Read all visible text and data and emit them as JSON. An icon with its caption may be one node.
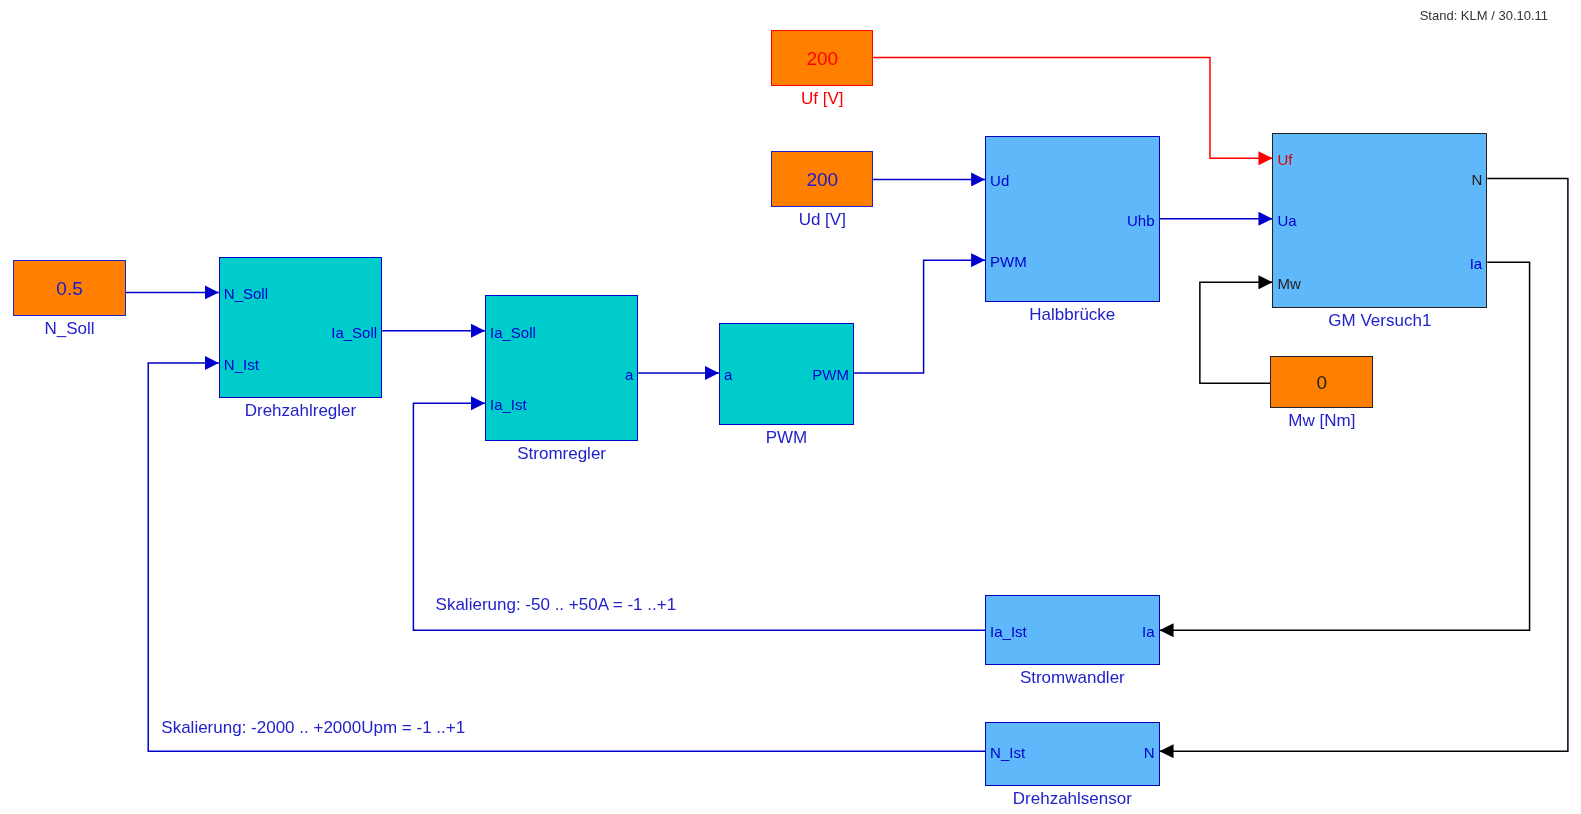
{
  "diagram": {
    "nodes": [
      {
        "text": [
          "0.5"
        ],
        "beside": [
          "N_Soll"
        ]
      },
      {
        "text": [
          "N_Soll",
          "N_Ist",
          "Ia_Soll"
        ],
        "beside": [
          "Drehzahlregler"
        ]
      },
      {
        "text": [
          "Ia_Soll",
          "Ia_Ist",
          "a"
        ],
        "beside": [
          "Stromregler"
        ]
      },
      {
        "text": [
          "a",
          "PWM"
        ],
        "beside": [
          "PWM"
        ]
      },
      {
        "text": [
          "200"
        ],
        "beside": [
          "Uf [V]"
        ]
      },
      {
        "text": [
          "200"
        ],
        "beside": [
          "Ud [V]"
        ]
      },
      {
        "text": [
          "Ud",
          "PWM",
          "Uhb"
        ],
        "beside": [
          "Halbbrücke"
        ]
      },
      {
        "text": [
          "Uf",
          "Ua",
          "Mw",
          "N",
          "Ia"
        ],
        "beside": [
          "GM Versuch1"
        ]
      },
      {
        "text": [
          "0"
        ],
        "beside": [
          "Mw [Nm]"
        ]
      },
      {
        "text": [
          "Ia_Ist",
          "Ia"
        ],
        "beside": [
          "Stromwandler"
        ]
      },
      {
        "text": [
          "N_Ist",
          "N"
        ],
        "beside": [
          "Drehzahlsensor"
        ]
      }
    ],
    "edges": [
      {
        "from": 0,
        "to": 1,
        "arrow": "to"
      },
      {
        "from": 1,
        "to": 2,
        "arrow": "to"
      },
      {
        "from": 2,
        "to": 3,
        "arrow": "to"
      },
      {
        "from": 3,
        "to": 6,
        "arrow": "to"
      },
      {
        "from": 4,
        "to": 7,
        "arrow": "to",
        "color": "#ff0000"
      },
      {
        "from": 5,
        "to": 6,
        "arrow": "to"
      },
      {
        "from": 6,
        "to": 7,
        "arrow": "to"
      },
      {
        "from": 8,
        "to": 7,
        "arrow": "to",
        "color": "#000000"
      },
      {
        "from": 7,
        "to": 10,
        "arrow": "to",
        "color": "#000000"
      },
      {
        "from": 7,
        "to": 9,
        "arrow": "to",
        "color": "#000000"
      },
      {
        "from": 9,
        "to": 2,
        "arrow": "to",
        "label": "Skalierung: -50 .. +50A = -1 ..+1"
      },
      {
        "from": 10,
        "to": 1,
        "arrow": "to",
        "label": "Skalierung: -2000 .. +2000Upm = -1 ..+1"
      }
    ],
    "labels": [
      "Stand: KLM / 30.10.11"
    ]
  }
}
